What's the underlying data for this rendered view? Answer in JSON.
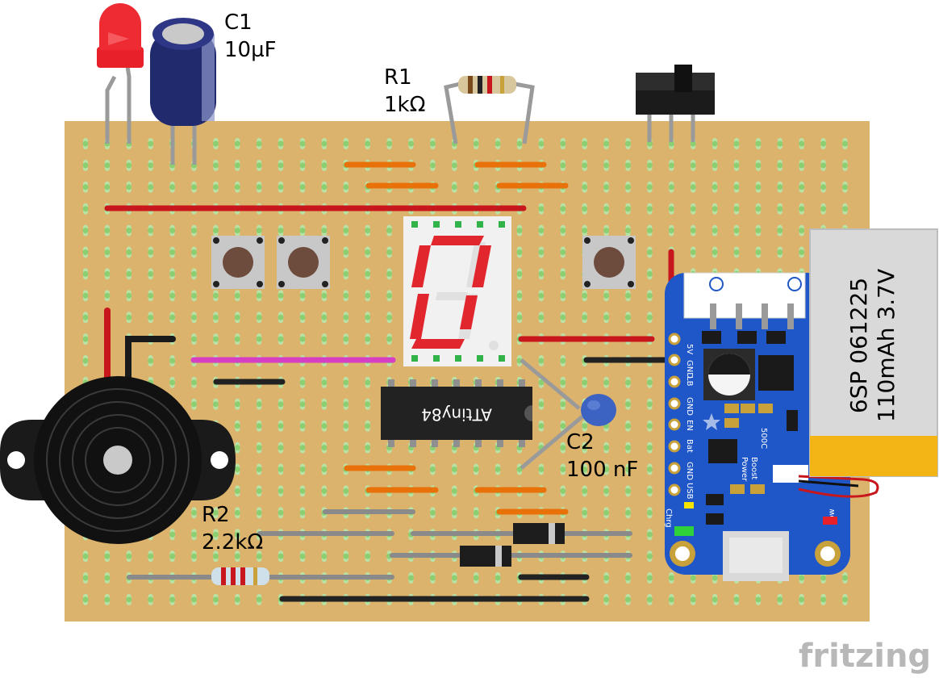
{
  "components": {
    "c1": {
      "ref": "C1",
      "value": "10µF"
    },
    "r1": {
      "ref": "R1",
      "value": "1kΩ"
    },
    "r2": {
      "ref": "R2",
      "value": "2.2kΩ"
    },
    "c2": {
      "ref": "C2",
      "value": "100 nF"
    },
    "ic": {
      "label": "ATtiny84"
    },
    "battery": {
      "line1": "6SP 061225",
      "line2": "110mAh 3.7V"
    }
  },
  "powerboost": {
    "pins": [
      "5V",
      "GND",
      "LB",
      "GND",
      "EN",
      "Bat",
      "GND",
      "USB"
    ],
    "labels": {
      "power": "Power",
      "boost": "Boost",
      "model": "500C",
      "chrg": "Chrg",
      "low": "Low"
    }
  },
  "logo": "fritzing"
}
